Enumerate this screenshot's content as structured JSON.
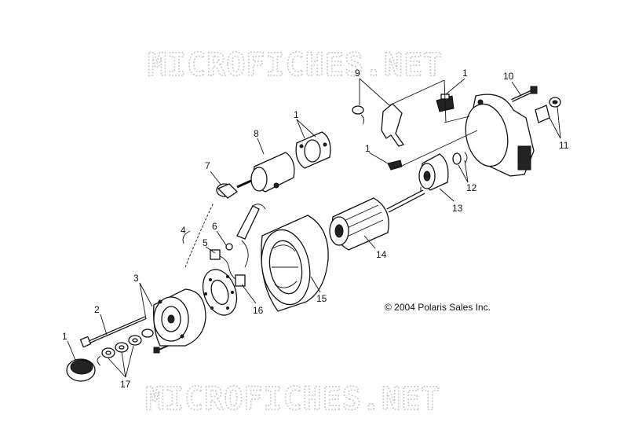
{
  "watermark": {
    "text": "MICROFICHES.NET"
  },
  "copyright": "© 2004 Polaris Sales Inc.",
  "labels": {
    "l1_bottom": "1",
    "l2": "2",
    "l3": "3",
    "l4": "4",
    "l5": "5",
    "l6": "6",
    "l7": "7",
    "l8": "8",
    "l1_mid": "1",
    "l9": "9",
    "l1_top": "1",
    "l10": "10",
    "l11": "11",
    "l1_small": "1",
    "l12": "12",
    "l13": "13",
    "l14": "14",
    "l15": "15",
    "l16": "16",
    "l17": "17"
  }
}
